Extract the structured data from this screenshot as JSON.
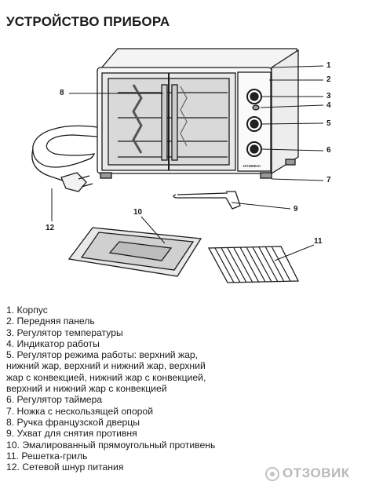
{
  "page": {
    "title": "УСТРОЙСТВО ПРИБОРА"
  },
  "oven": {
    "brand": "HYUNDAI"
  },
  "callouts": [
    "1",
    "2",
    "3",
    "4",
    "5",
    "6",
    "7",
    "8",
    "9",
    "10",
    "11",
    "12"
  ],
  "legend": [
    "1. Корпус",
    "2. Передняя панель",
    "3. Регулятор температуры",
    "4. Индикатор работы",
    "5. Регулятор режима работы: верхний жар,",
    "нижний жар, верхний и нижний жар, верхний",
    "жар с конвекцией, нижний жар с конвекцией,",
    "верхний и нижний жар с конвекцией",
    "6. Регулятор таймера",
    "7. Ножка с нескользящей опорой",
    "8. Ручка французской дверцы",
    "9. Ухват для снятия противня",
    "10. Эмалированный прямоугольный противень",
    "11. Решетка-гриль",
    "12. Сетевой шнур питания"
  ],
  "watermark": {
    "text": "ОТЗОВИК"
  }
}
